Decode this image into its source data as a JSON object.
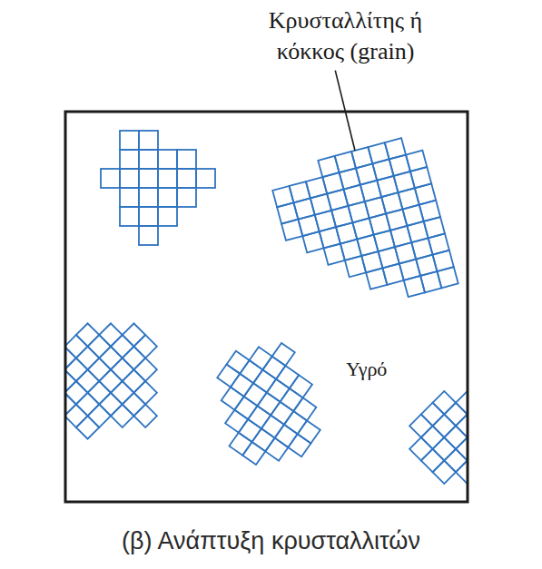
{
  "diagram": {
    "caption": "(β) Ανάπτυξη κρυσταλλιτών",
    "labels": [
      "Κρυσταλλίτης ή κόκκος (grain)",
      "Υγρό"
    ]
  }
}
